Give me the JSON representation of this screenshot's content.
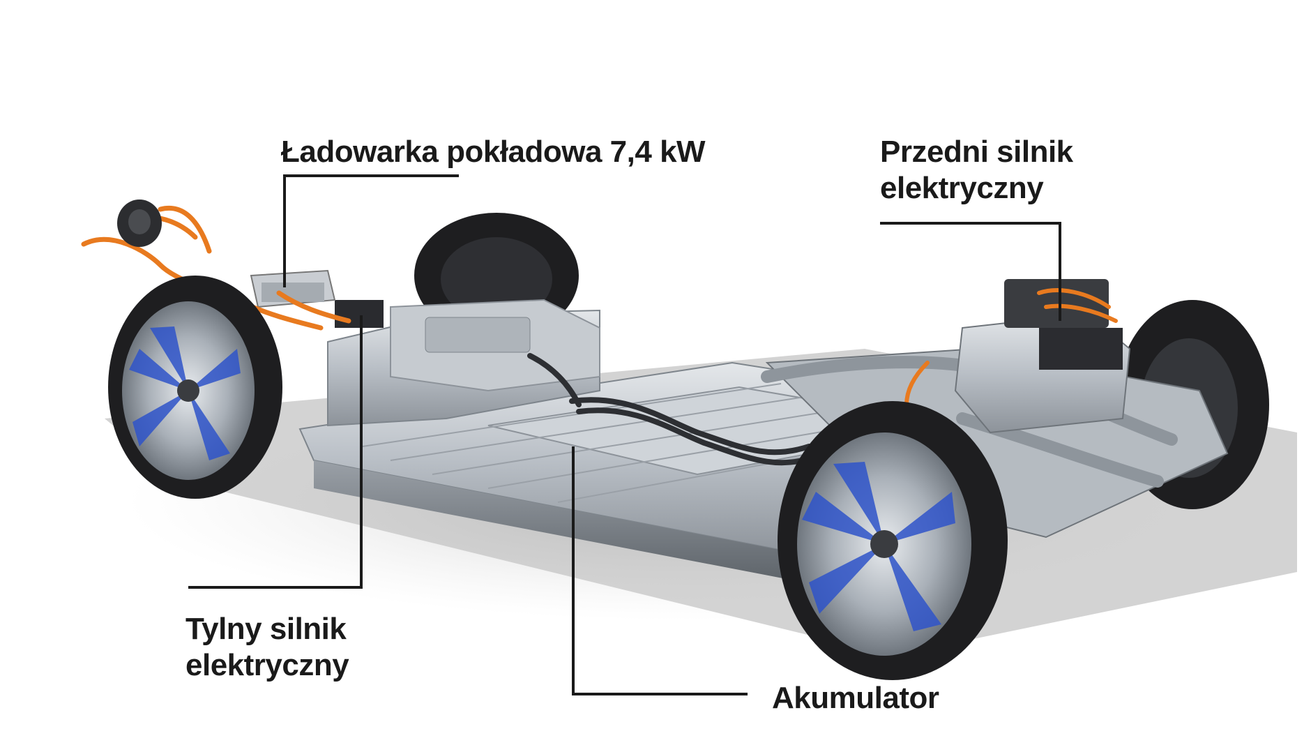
{
  "labels": {
    "charger": "Ładowarka pokładowa 7,4 kW",
    "front_line1": "Przedni silnik",
    "front_line2": "elektryczny",
    "rear_line1": "Tylny silnik",
    "rear_line2": "elektryczny",
    "battery": "Akumulator"
  },
  "colors": {
    "leader_line": "#1a1a1a",
    "wheel_accent": "#2f54c9",
    "cable_orange": "#e87a1f",
    "chassis_metal": "#b9bfc6",
    "tire": "#1e1e20",
    "shadow": "#bdbdbd"
  }
}
